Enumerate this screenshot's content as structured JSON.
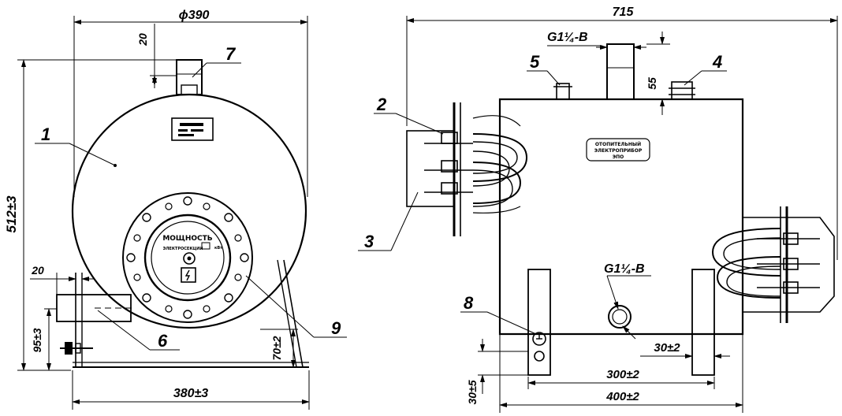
{
  "side_view": {
    "dim_diameter": "ϕ390",
    "dim_height": "512±3",
    "dim_top_pipe": "20",
    "dim_left_pipe": "20",
    "dim_pipe_height": "95±3",
    "dim_leg_height": "70±2",
    "dim_width": "380±3",
    "plate_label": "МОЩНОСТЬ",
    "plate_sub": "ЭЛЕКТРОСЕКЦИИ",
    "plate_unit": "кВт"
  },
  "front_view": {
    "dim_length": "715",
    "thread_top": "G1¼-B",
    "thread_bottom": "G1¼-B",
    "dim_55": "55",
    "dim_30": "30±2",
    "dim_300": "300±2",
    "dim_400": "400±2",
    "dim_30_5": "30±5",
    "body_label_1": "ОТОПИТЕЛЬНЫЙ",
    "body_label_2": "ЭЛЕКТРОПРИБОР",
    "body_label_3": "ЭПО"
  },
  "callouts": [
    "1",
    "2",
    "3",
    "4",
    "5",
    "6",
    "7",
    "8",
    "9"
  ]
}
